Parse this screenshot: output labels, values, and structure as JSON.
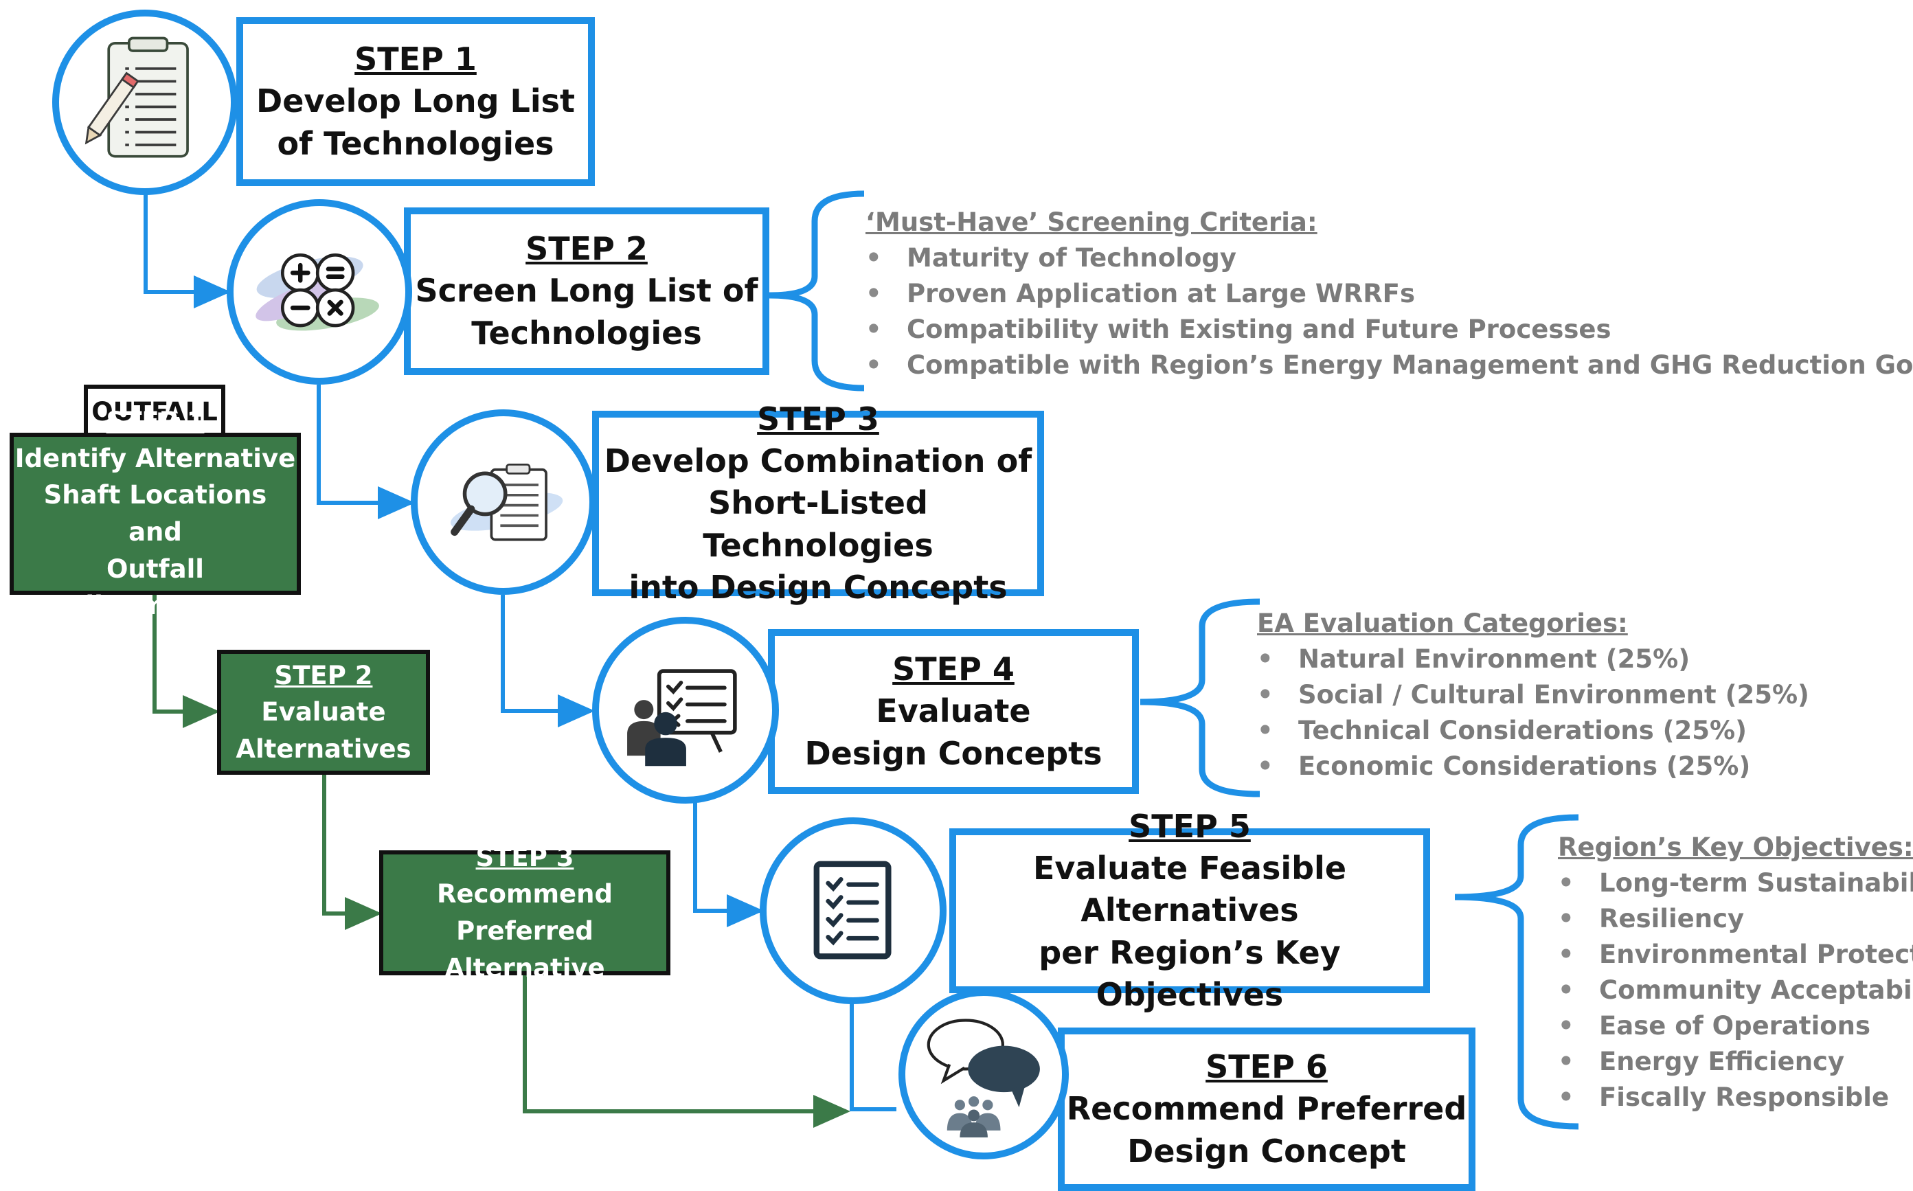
{
  "colors": {
    "step_blue": "#1e90e6",
    "outfall_green": "#3b7a48",
    "list_gray": "#7b7b7b",
    "icon_dark": "#24323f"
  },
  "steps": [
    {
      "title": "STEP 1",
      "lines": [
        "Develop Long List",
        "of Technologies"
      ],
      "icon": "clipboard-pencil-icon"
    },
    {
      "title": "STEP 2",
      "lines": [
        "Screen Long List of",
        "Technologies"
      ],
      "icon": "calculator-symbols-icon"
    },
    {
      "title": "STEP 3",
      "lines": [
        "Develop Combination of",
        "Short-Listed Technologies",
        "into Design Concepts"
      ],
      "icon": "magnifier-document-icon"
    },
    {
      "title": "STEP 4",
      "lines": [
        "Evaluate",
        "Design Concepts"
      ],
      "icon": "presentation-board-icon"
    },
    {
      "title": "STEP 5",
      "lines": [
        "Evaluate Feasible Alternatives",
        "per Region’s Key Objectives"
      ],
      "icon": "checklist-icon"
    },
    {
      "title": "STEP 6",
      "lines": [
        "Recommend Preferred",
        "Design Concept"
      ],
      "icon": "speech-bubbles-icon"
    }
  ],
  "outfall": {
    "label": "OUTFALL",
    "steps": [
      {
        "title": "STEP 1",
        "lines": [
          "Identify Alternative",
          "Shaft Locations and",
          "Outfall Alignmentsx"
        ]
      },
      {
        "title": "STEP 2",
        "lines": [
          "Evaluate",
          "Alternatives"
        ]
      },
      {
        "title": "STEP 3",
        "lines": [
          "Recommend",
          "Preferred Alternative"
        ]
      }
    ]
  },
  "criteria_lists": [
    {
      "heading": "‘Must-Have’ Screening Criteria:",
      "items": [
        "Maturity of Technology",
        "Proven Application at Large WRRFs",
        "Compatibility with Existing and Future Processes",
        "Compatible with Region’s Energy Management and GHG Reduction Goals"
      ]
    },
    {
      "heading": "EA Evaluation Categories:",
      "items": [
        "Natural Environment (25%)",
        "Social / Cultural Environment (25%)",
        "Technical Considerations (25%)",
        "Economic Considerations (25%)"
      ]
    },
    {
      "heading": "Region’s Key Objectives:",
      "items": [
        "Long-term Sustainability",
        "Resiliency",
        "Environmental Protection",
        "Community Acceptability",
        "Ease of Operations",
        "Energy Efficiency",
        "Fiscally Responsible"
      ]
    }
  ]
}
